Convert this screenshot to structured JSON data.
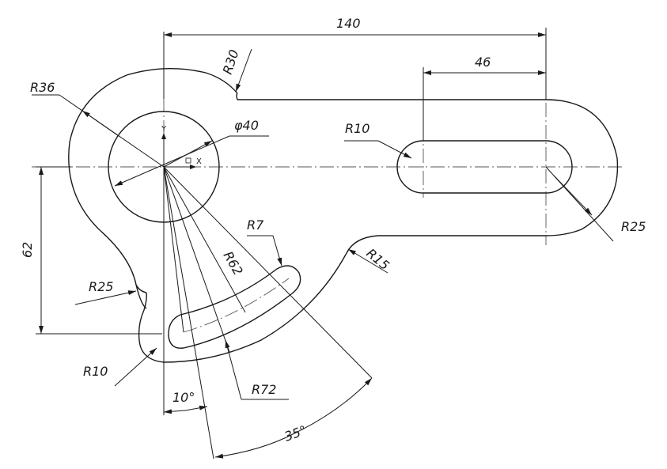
{
  "dimensions": {
    "d140": "140",
    "d46": "46",
    "d62": "62",
    "r30": "R30",
    "r36": "R36",
    "phi40": "φ40",
    "r10_slot": "R10",
    "r25_right": "R25",
    "r7": "R7",
    "r62": "R62",
    "r15": "R15",
    "r25_left": "R25",
    "r10_bottom": "R10",
    "r72": "R72",
    "a10": "10°",
    "a35": "35°"
  },
  "axes": {
    "y": "Y",
    "x": "X"
  }
}
